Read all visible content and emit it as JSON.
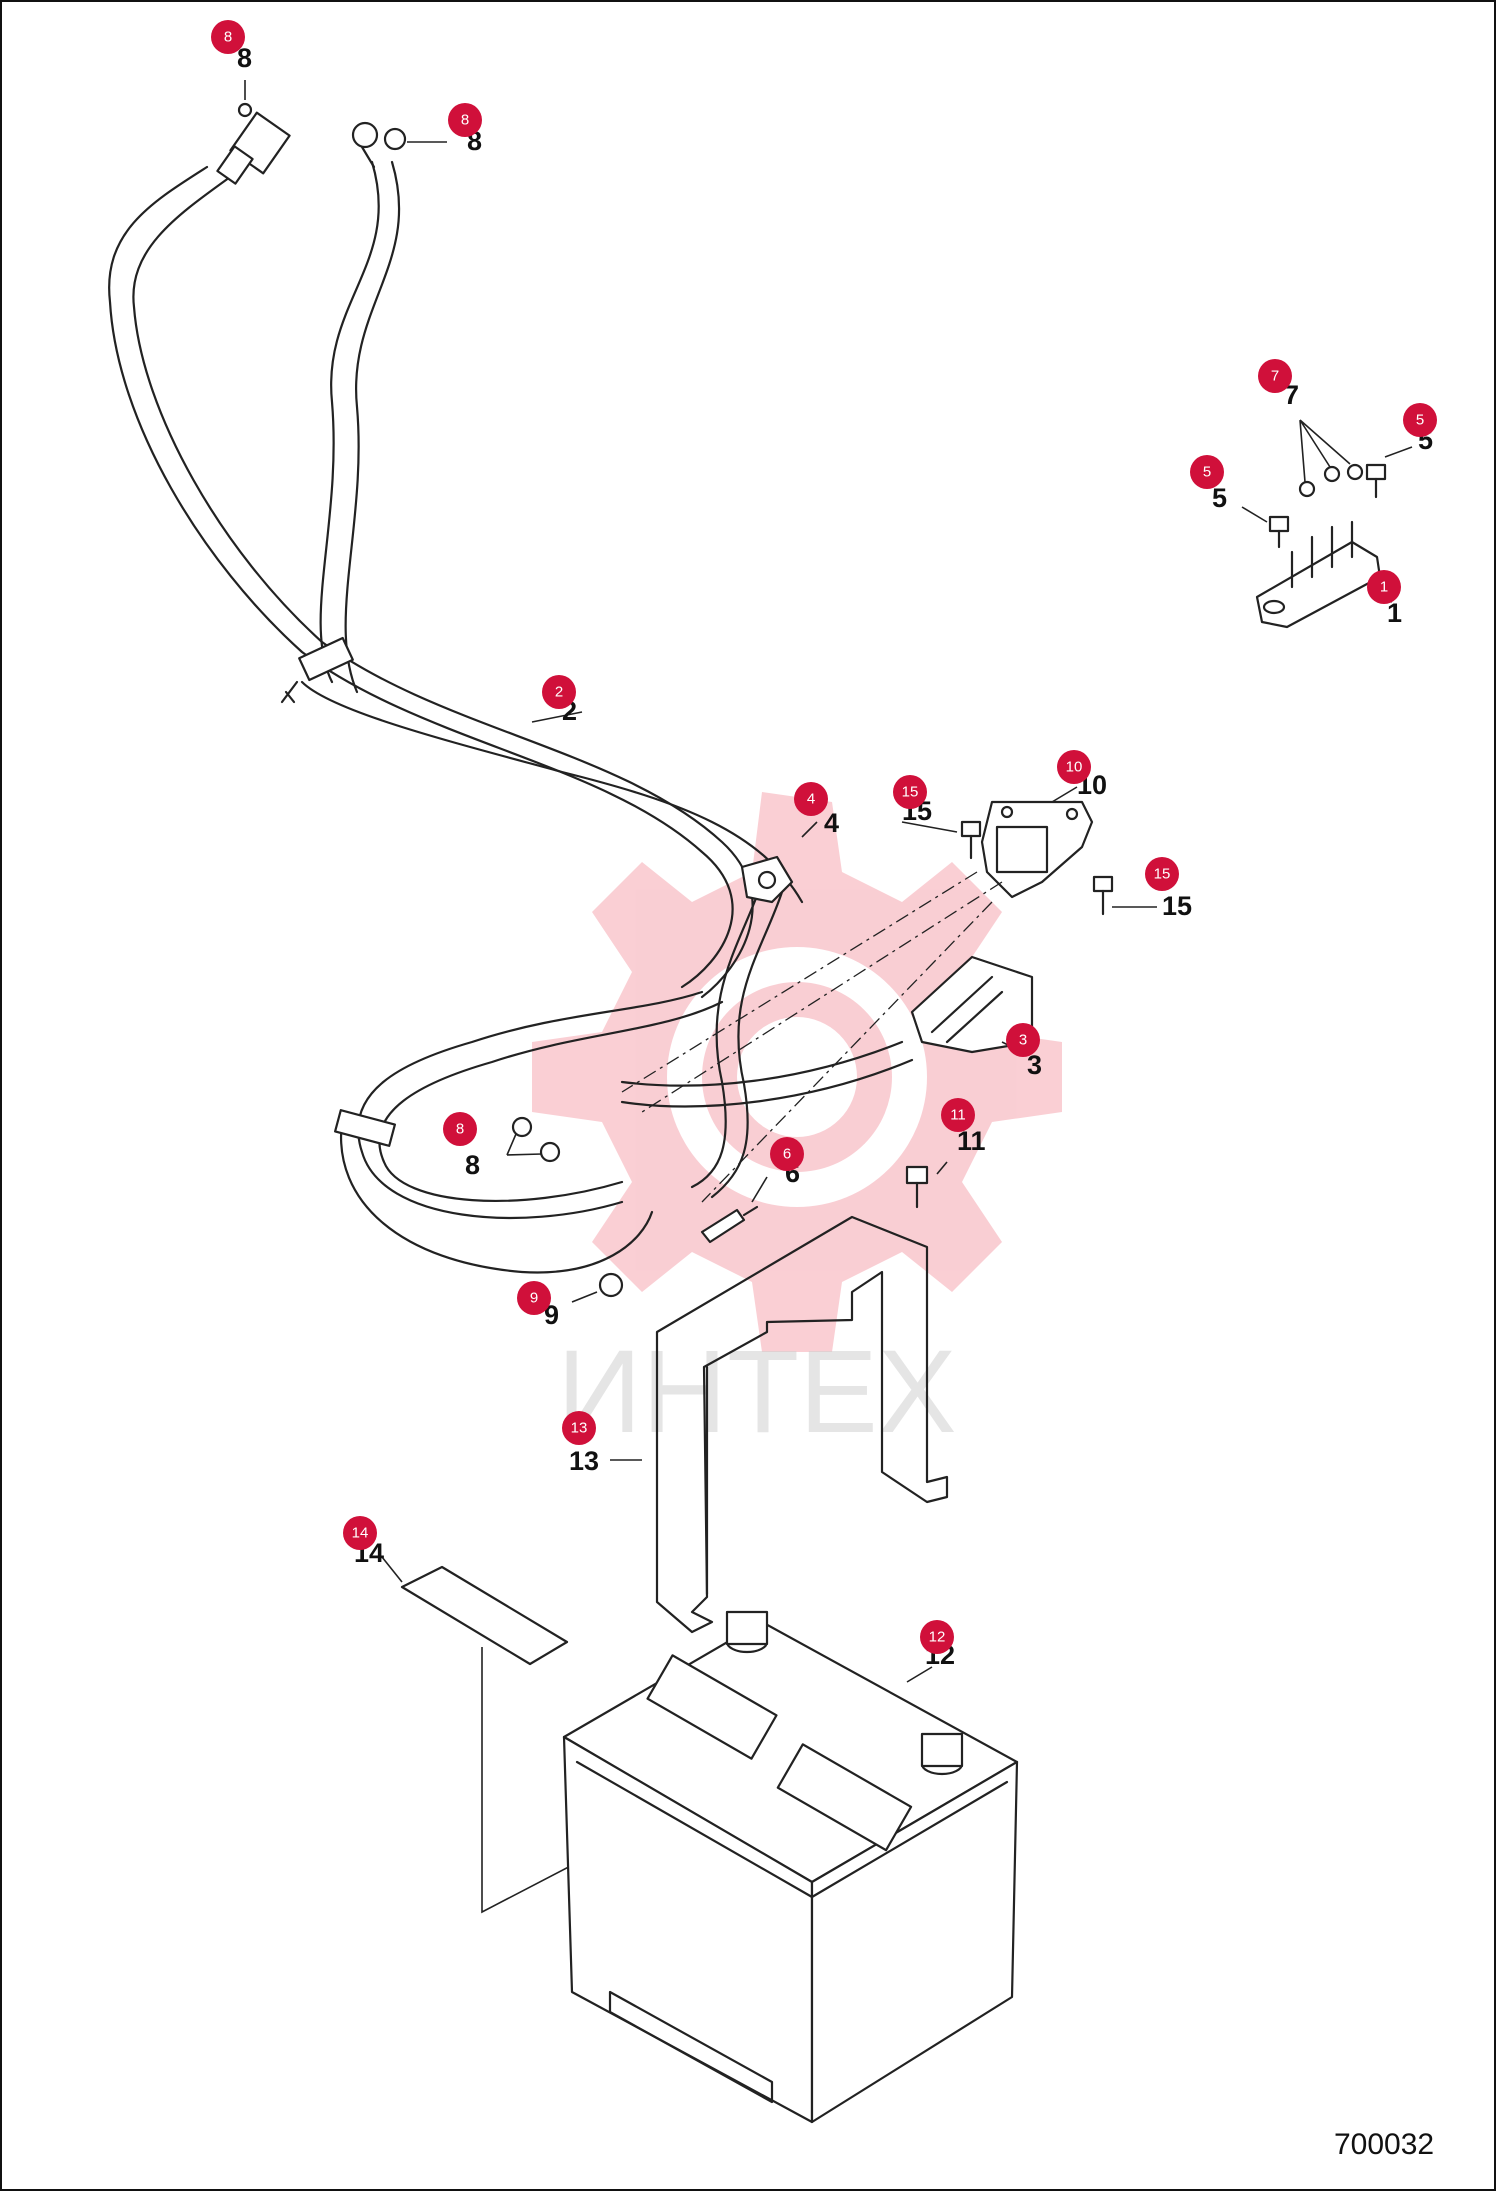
{
  "drawing_code": "700032",
  "watermark": "ИНТЕХ",
  "accent_color": "#d0103a",
  "callouts": [
    {
      "id": "8",
      "label": "8"
    },
    {
      "id": "8",
      "label": "8"
    },
    {
      "id": "7",
      "label": "7"
    },
    {
      "id": "5",
      "label": "5"
    },
    {
      "id": "5",
      "label": "5"
    },
    {
      "id": "1",
      "label": "1"
    },
    {
      "id": "2",
      "label": "2"
    },
    {
      "id": "4",
      "label": "4"
    },
    {
      "id": "15",
      "label": "15"
    },
    {
      "id": "10",
      "label": "10"
    },
    {
      "id": "15",
      "label": "15"
    },
    {
      "id": "3",
      "label": "3"
    },
    {
      "id": "8",
      "label": "8"
    },
    {
      "id": "11",
      "label": "11"
    },
    {
      "id": "6",
      "label": "6"
    },
    {
      "id": "9",
      "label": "9"
    },
    {
      "id": "13",
      "label": "13"
    },
    {
      "id": "14",
      "label": "14"
    },
    {
      "id": "12",
      "label": "12"
    }
  ]
}
